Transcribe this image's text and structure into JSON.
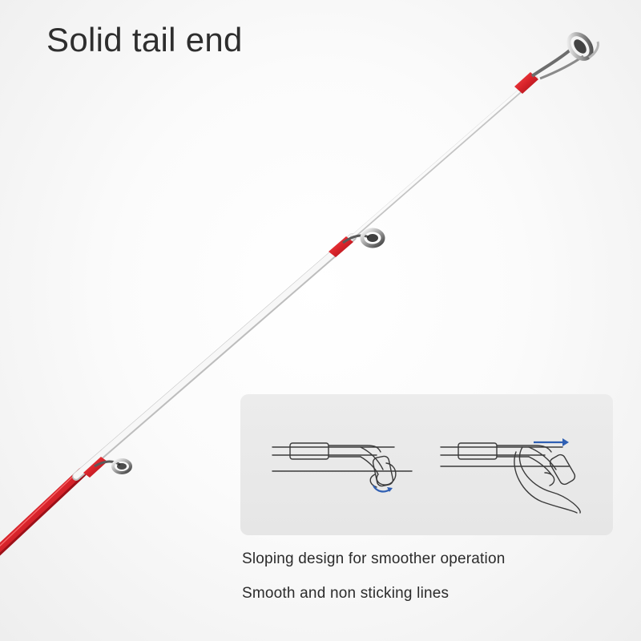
{
  "headline": "Solid tail end",
  "features": [
    "Sloping design for smoother operation",
    "Smooth and non sticking lines"
  ],
  "icons": {
    "rod": "fishing-rod-tip-icon",
    "diagram_left": "line-guide-wrap-icon",
    "diagram_right": "line-guide-release-icon"
  },
  "colors": {
    "rod_red": "#d7232a",
    "rod_white": "#f4f4f4",
    "arrow_blue": "#2f5fb3",
    "text": "#2e2e2e",
    "panel": "#e9e9e9"
  }
}
